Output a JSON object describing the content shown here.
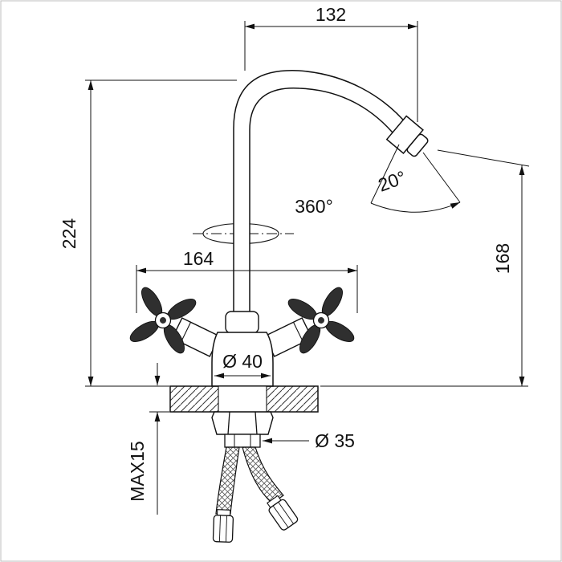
{
  "drawing": {
    "labels": {
      "spout_reach": "132",
      "overall_height": "224",
      "handle_span": "164",
      "outlet_height": "168",
      "swivel_angle": "360°",
      "outlet_tilt": "20°",
      "base_diameter": "Ø 40",
      "mount_diameter": "Ø 35",
      "max_thickness": "MAX15"
    },
    "colors": {
      "line": "#111111",
      "background": "#ffffff",
      "handle_fill": "#2f2f2f"
    }
  }
}
